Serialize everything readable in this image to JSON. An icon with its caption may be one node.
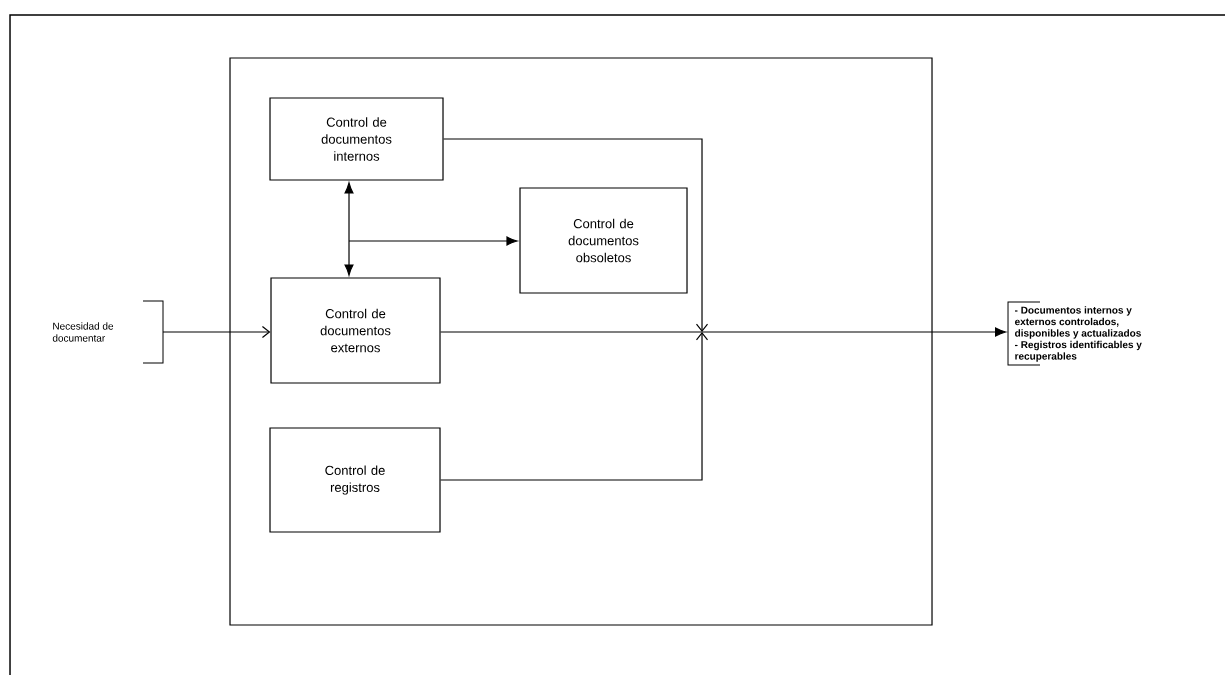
{
  "diagram": {
    "nodes": [
      {
        "text": [],
        "shape": "box"
      },
      {
        "text": [
          "Control de documentos internos"
        ],
        "in": 0
      },
      {
        "text": [
          "Control de documentos obsoletos"
        ],
        "in": 0
      },
      {
        "text": [
          "Control de documentos externos"
        ],
        "in": 0
      },
      {
        "text": [
          "Control de registros"
        ],
        "in": 0
      },
      {
        "text": [
          "Necesidad de documentar"
        ]
      },
      {
        "text": [
          "- Documentos internos y externos controlados, disponibles y actualizados",
          "- Registros identificables y recuperables"
        ]
      }
    ],
    "edges": [
      {
        "from": 5,
        "to": 3,
        "arrow": "to"
      },
      {
        "from": 1,
        "to": 3,
        "arrow": "both"
      },
      {
        "from": null,
        "to": 2,
        "arrow": "to"
      },
      {
        "from": 1,
        "to": 6,
        "arrow": "to"
      },
      {
        "from": 3,
        "to": 6,
        "arrow": "to"
      },
      {
        "from": 4,
        "to": 6,
        "arrow": "to"
      }
    ]
  }
}
